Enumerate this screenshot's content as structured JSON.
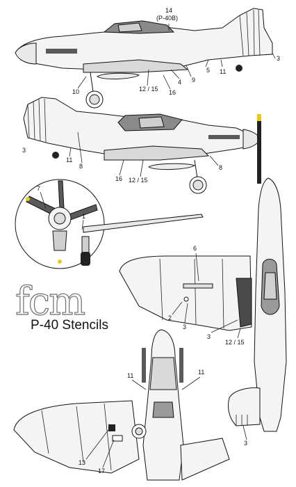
{
  "title": {
    "brand": "fcm",
    "subtitle": "P-40 Stencils"
  },
  "views": {
    "top_profile": {
      "callouts": [
        "14",
        "(P-40B)",
        "3",
        "5",
        "11",
        "9",
        "4",
        "16",
        "12 / 15",
        "10"
      ]
    },
    "second_profile": {
      "callouts": [
        "3",
        "11",
        "8",
        "16",
        "12 / 15",
        "8"
      ]
    },
    "front_detail": {
      "callouts": [
        "7",
        "1"
      ]
    },
    "top_plan": {
      "callouts": [
        "6",
        "2",
        "3",
        "3",
        "12 / 15",
        "3"
      ]
    },
    "bottom_plan": {
      "callouts": [
        "11",
        "11",
        "13",
        "17"
      ]
    }
  },
  "colors": {
    "aircraft_fill": "#f4f4f4",
    "shading": "#bdbdbd",
    "dark_detail": "#5a5a5a",
    "walkway": "#4a4a4a",
    "spinner_tip": "#e8c81a"
  }
}
